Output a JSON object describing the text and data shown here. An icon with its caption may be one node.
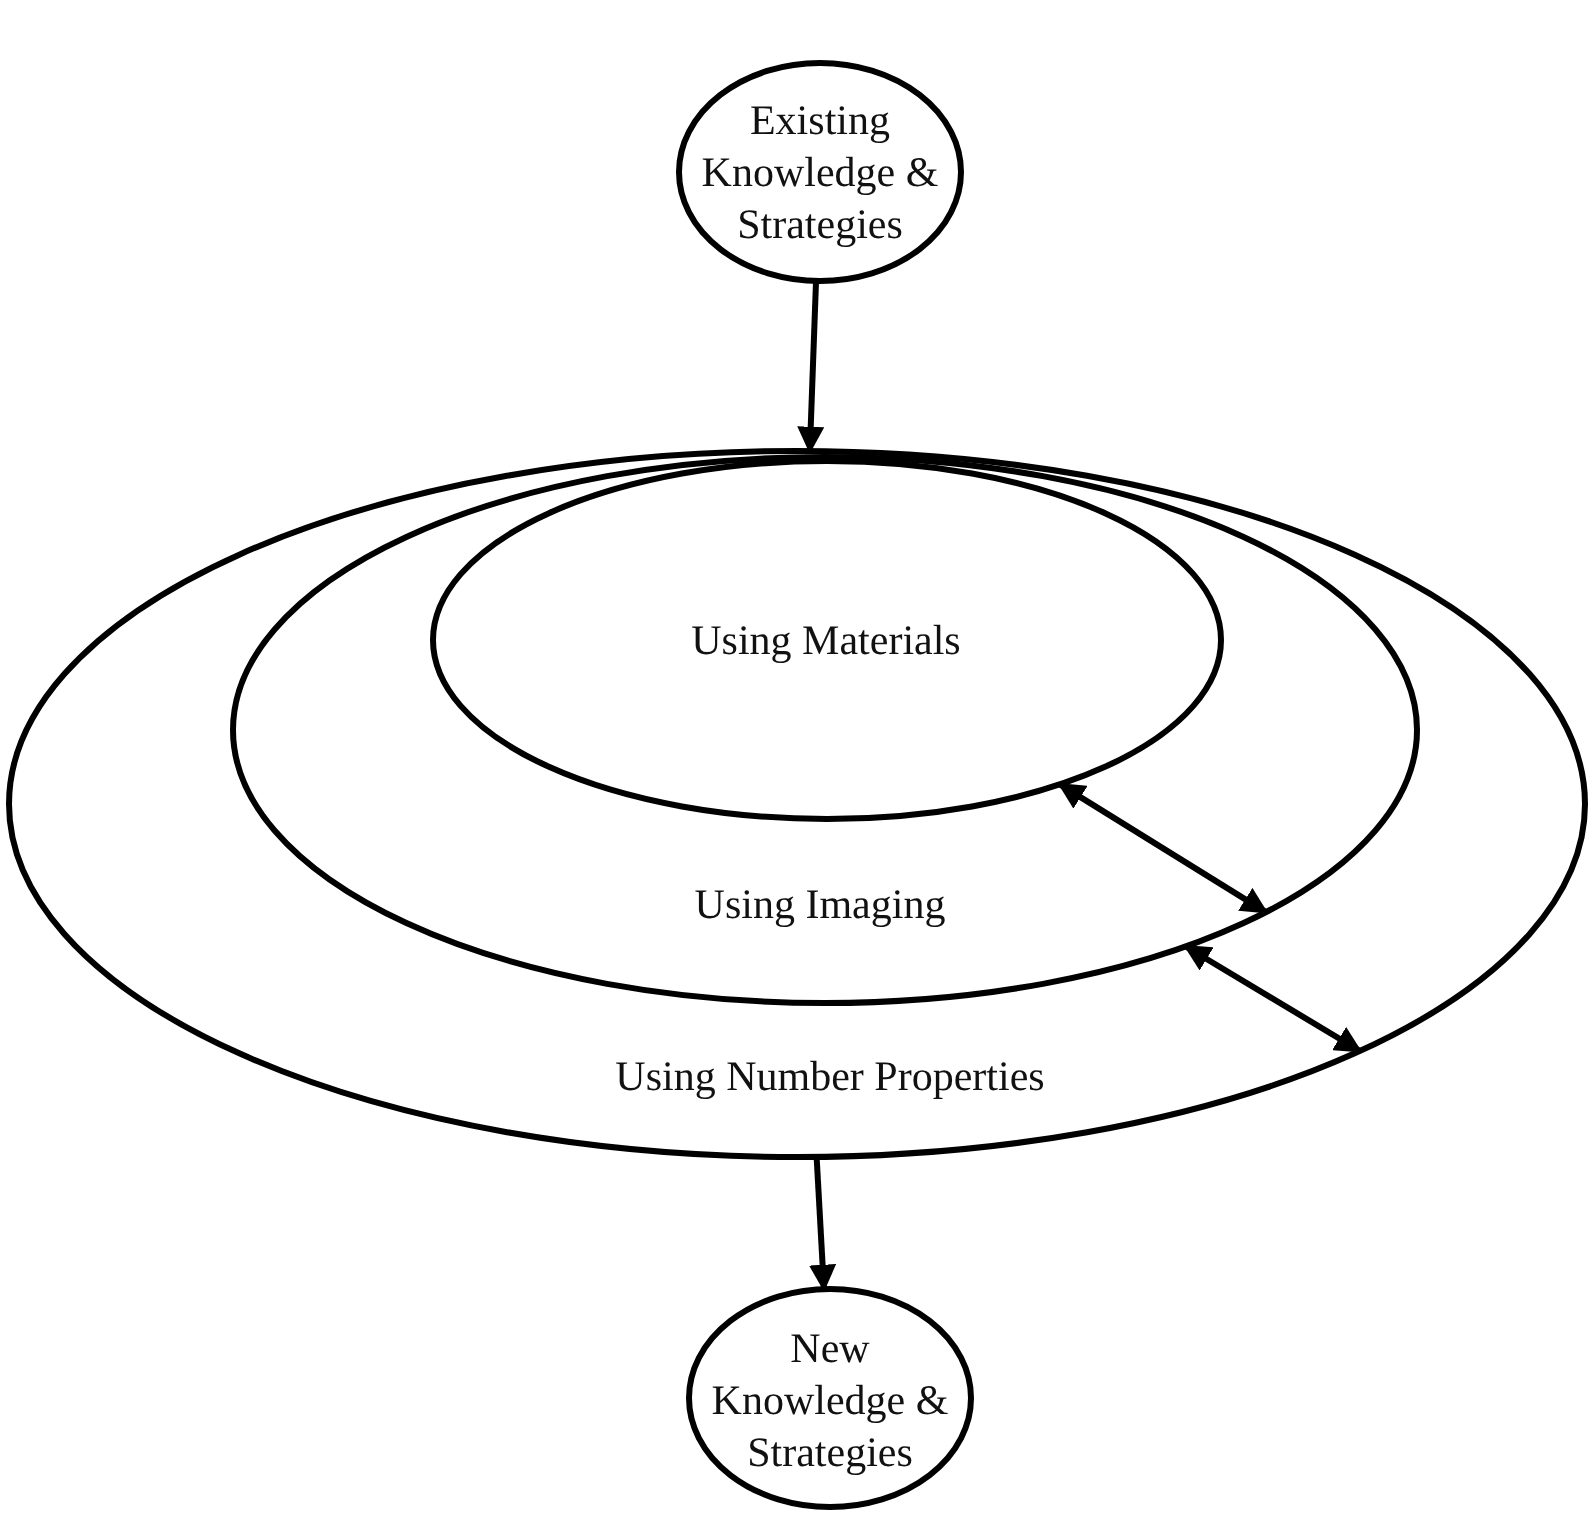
{
  "diagram": {
    "nodes": [
      {
        "text": [
          "Existing Knowledge & Strategies"
        ]
      },
      {
        "text": [
          "Using Number Properties"
        ]
      },
      {
        "text": [
          "Using Imaging"
        ],
        "in": 1
      },
      {
        "text": [
          "Using Materials"
        ],
        "in": 2
      },
      {
        "text": [
          "New Knowledge & Strategies"
        ]
      }
    ],
    "edges": [
      {
        "from": 0,
        "to": 1,
        "arrow": "to"
      },
      {
        "from": 1,
        "to": 4,
        "arrow": "to"
      },
      {
        "from": 3,
        "to": 2,
        "arrow": "both"
      },
      {
        "from": 2,
        "to": 1,
        "arrow": "both"
      }
    ]
  }
}
